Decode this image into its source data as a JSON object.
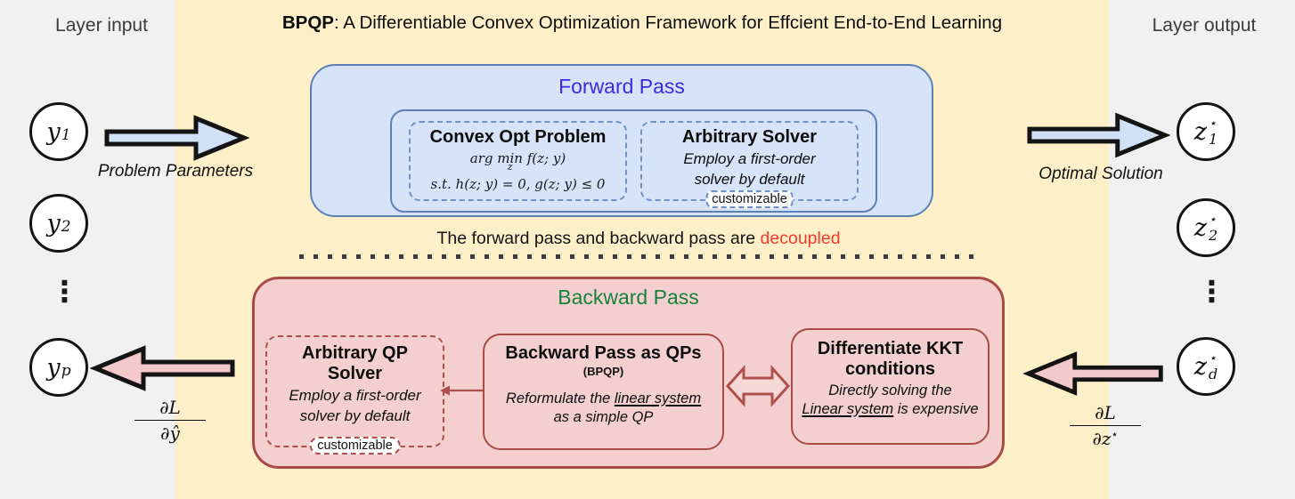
{
  "header": {
    "title_bold": "BPQP",
    "title_rest": ": A Differentiable Convex Optimization Framework for Effcient End-to-End Learning"
  },
  "left_panel": {
    "title": "Layer input",
    "ellipsis": "⋮",
    "nodes": [
      {
        "base": "y",
        "sub": "1"
      },
      {
        "base": "y",
        "sub": "2"
      },
      {
        "base": "y",
        "sub": "p"
      }
    ]
  },
  "right_panel": {
    "title": "Layer output",
    "ellipsis": "⋮",
    "nodes": [
      {
        "base": "z",
        "sup": "⋆",
        "sub": "1"
      },
      {
        "base": "z",
        "sup": "⋆",
        "sub": "2"
      },
      {
        "base": "z",
        "sup": "⋆",
        "sub": "d"
      }
    ]
  },
  "arrows": {
    "problem_parameters": "Problem Parameters",
    "optimal_solution": "Optimal Solution",
    "grad_input": {
      "num": "∂L",
      "den": "∂ŷ"
    },
    "grad_output": {
      "num": "∂L",
      "den_base": "∂z",
      "den_sup": "⋆"
    }
  },
  "forward": {
    "title": "Forward Pass",
    "convex": {
      "title": "Convex Opt Problem",
      "math": {
        "arg": "arg",
        "min": "min",
        "min_sub": "z",
        "objective": "f(z; y)",
        "constraints": "s.t. h(z; y) = 0, g(z; y) ≤ 0"
      }
    },
    "solver": {
      "title": "Arbitrary Solver",
      "line1": "Employ a first-order",
      "line2": "solver by default",
      "tag": "customizable"
    }
  },
  "separator": {
    "text": "The forward pass and backward pass are ",
    "highlight": "decoupled"
  },
  "backward": {
    "title": "Backward Pass",
    "qp_solver": {
      "title_line1": "Arbitrary QP",
      "title_line2": "Solver",
      "line1": "Employ a first-order",
      "line2": "solver by default",
      "tag": "customizable"
    },
    "bpqp": {
      "title": "Backward Pass as QPs",
      "subtitle": "(BPQP)",
      "body_pre": "Reformulate the ",
      "body_underline": "linear system",
      "body_line2": "as a simple QP"
    },
    "kkt": {
      "title_line1": "Differentiate KKT",
      "title_line2": "conditions",
      "body_line1": "Directly solving the",
      "body_underline": "Linear system",
      "body_post": " is expensive"
    }
  },
  "colors": {
    "panel_gray": "#f1f1f2",
    "panel_yellow": "#fdf0c9",
    "forward_fill": "#d6e3f8",
    "forward_border": "#5c80b8",
    "forward_title_blue": "#3a2be0",
    "backward_fill": "#f3d0cf",
    "backward_border": "#a94a47",
    "backward_title_green": "#17803c",
    "decoupled_red": "#f43b2e"
  }
}
